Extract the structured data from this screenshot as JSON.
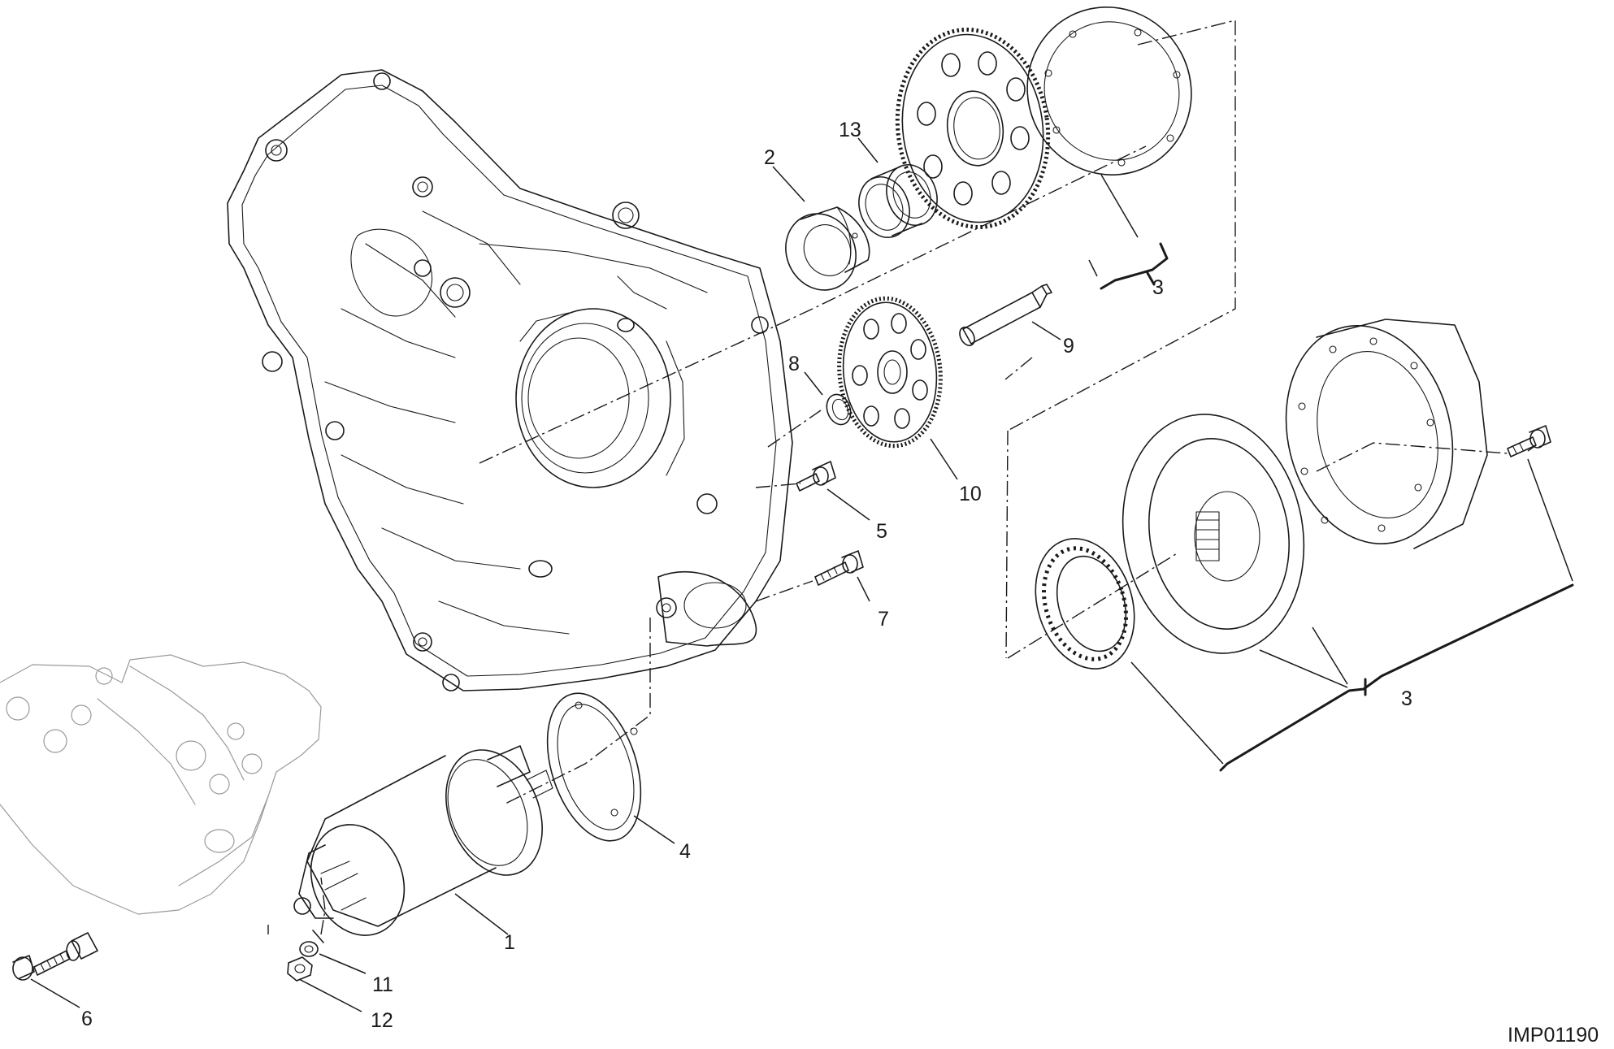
{
  "diagram": {
    "image_code": "IMP01190",
    "callouts": [
      {
        "id": "c1",
        "text": "1"
      },
      {
        "id": "c2",
        "text": "2"
      },
      {
        "id": "c3a",
        "text": "3"
      },
      {
        "id": "c3b",
        "text": "3"
      },
      {
        "id": "c4",
        "text": "4"
      },
      {
        "id": "c5",
        "text": "5"
      },
      {
        "id": "c6",
        "text": "6"
      },
      {
        "id": "c7",
        "text": "7"
      },
      {
        "id": "c8",
        "text": "8"
      },
      {
        "id": "c9",
        "text": "9"
      },
      {
        "id": "c10",
        "text": "10"
      },
      {
        "id": "c11",
        "text": "11"
      },
      {
        "id": "c12",
        "text": "12"
      },
      {
        "id": "c13",
        "text": "13"
      }
    ]
  }
}
